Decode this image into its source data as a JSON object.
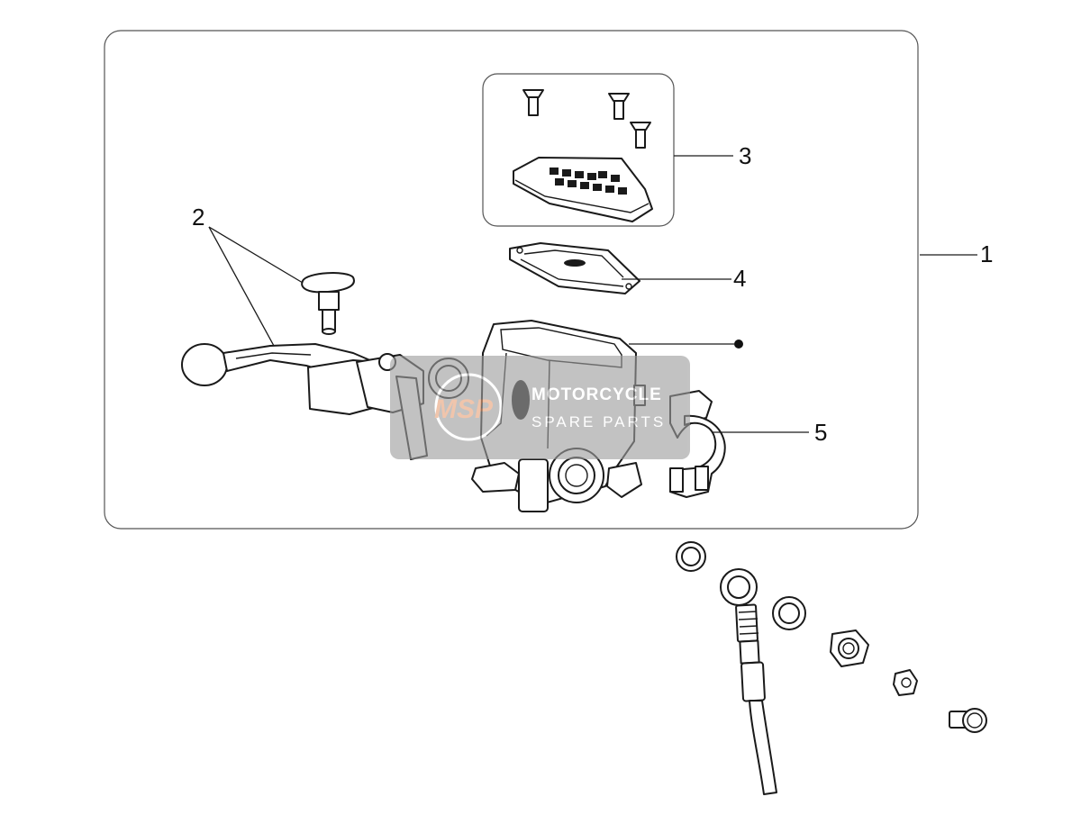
{
  "callouts": {
    "c1": "1",
    "c2": "2",
    "c3": "3",
    "c4": "4",
    "c5": "5"
  },
  "watermark": {
    "logo": "MSP",
    "line1": "MOTORCYCLE",
    "line2": "SPARE PARTS"
  },
  "colors": {
    "line": "#1a1a1a",
    "frame": "#555555",
    "watermark_box": "#9e9e9e",
    "watermark_logo": "#e7a27a"
  }
}
